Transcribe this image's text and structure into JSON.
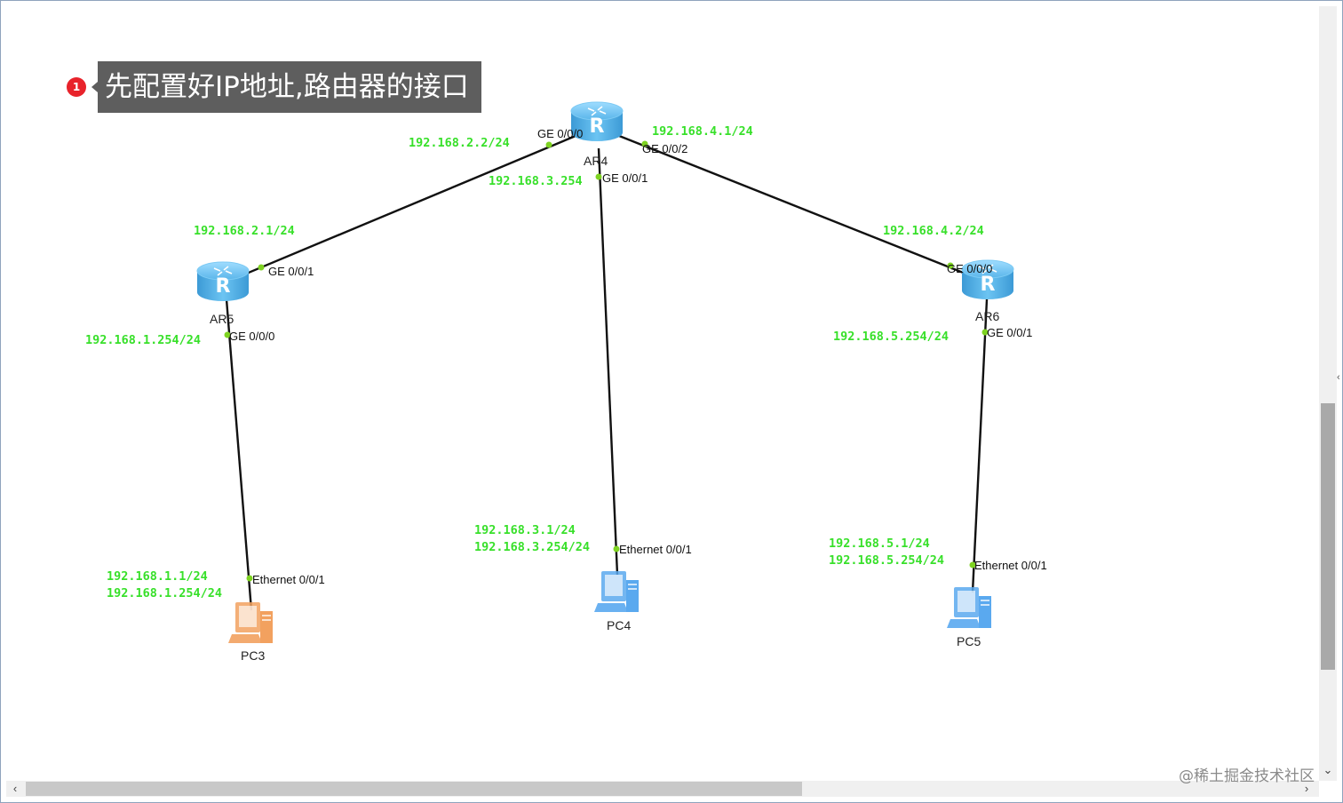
{
  "annotation": {
    "step": "1",
    "text": "先配置好IP地址,路由器的接口"
  },
  "devices": {
    "ar4": {
      "name": "AR4",
      "icon": "router-icon"
    },
    "ar5": {
      "name": "AR5",
      "icon": "router-icon"
    },
    "ar6": {
      "name": "AR6",
      "icon": "router-icon"
    },
    "pc3": {
      "name": "PC3",
      "icon": "pc-icon"
    },
    "pc4": {
      "name": "PC4",
      "icon": "pc-icon"
    },
    "pc5": {
      "name": "PC5",
      "icon": "pc-icon"
    }
  },
  "ports": {
    "ar4_ge000": "GE 0/0/0",
    "ar4_ge001": "GE 0/0/1",
    "ar4_ge002": "GE 0/0/2",
    "ar5_ge001": "GE 0/0/1",
    "ar5_ge000": "GE 0/0/0",
    "ar6_ge000": "GE 0/0/0",
    "ar6_ge001": "GE 0/0/1",
    "pc3_eth": "Ethernet 0/0/1",
    "pc4_eth": "Ethernet 0/0/1",
    "pc5_eth": "Ethernet 0/0/1"
  },
  "ip_labels": {
    "ar4_ge000": "192.168.2.2/24",
    "ar4_ge002": "192.168.4.1/24",
    "ar4_ge001": "192.168.3.254",
    "ar5_ge001": "192.168.2.1/24",
    "ar5_ge000": "192.168.1.254/24",
    "ar6_ge000": "192.168.4.2/24",
    "ar6_ge001": "192.168.5.254/24",
    "pc3_ip": "192.168.1.1/24",
    "pc3_gw": "192.168.1.254/24",
    "pc4_ip": "192.168.3.1/24",
    "pc4_gw": "192.168.3.254/24",
    "pc5_ip": "192.168.5.1/24",
    "pc5_gw": "192.168.5.254/24"
  },
  "colors": {
    "router": "#5bb8ec",
    "pc3": "#f2a15f",
    "pc_blue": "#5aa9ef",
    "ip_text": "#38e02a",
    "port_dot": "#7ed321"
  },
  "watermark": "@稀土掘金技术社区"
}
